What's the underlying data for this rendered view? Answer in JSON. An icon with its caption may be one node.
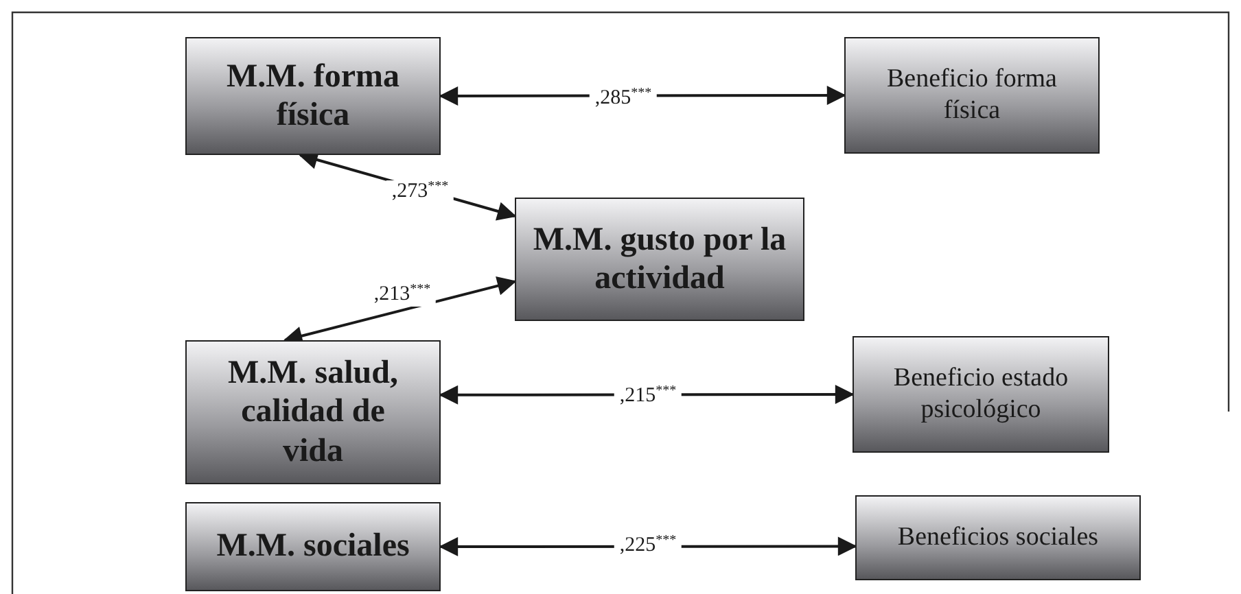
{
  "diagram": {
    "nodes": [
      {
        "text": [
          "M.M. forma física"
        ]
      },
      {
        "text": [
          "Beneficio forma física"
        ]
      },
      {
        "text": [
          "M.M. gusto por la actividad"
        ]
      },
      {
        "text": [
          "M.M. salud, calidad de vida"
        ]
      },
      {
        "text": [
          "Beneficio estado psicológico"
        ]
      },
      {
        "text": [
          "M.M. sociales"
        ]
      },
      {
        "text": [
          "Beneficios sociales"
        ]
      }
    ],
    "edges": [
      {
        "from": 0,
        "to": 1,
        "arrow": "both",
        "label": ",285$^{***}$"
      },
      {
        "from": 0,
        "to": 2,
        "arrow": "both",
        "label": ",273$^{***}$"
      },
      {
        "from": 3,
        "to": 2,
        "arrow": "both",
        "label": ",213$^{***}$"
      },
      {
        "from": 3,
        "to": 4,
        "arrow": "both",
        "label": ",215$^{***}$"
      },
      {
        "from": 5,
        "to": 6,
        "arrow": "both",
        "label": ",225$^{***}$"
      }
    ]
  }
}
